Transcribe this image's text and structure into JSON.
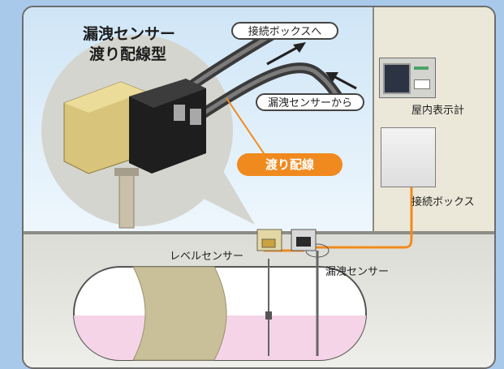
{
  "title": {
    "line1": "漏洩センサー",
    "line2": "渡り配線型"
  },
  "labels": {
    "to_junction_box": "接続ボックスへ",
    "from_leak_sensor": "漏洩センサーから",
    "crossover_wiring": "渡り配線",
    "indoor_display": "屋内表示計",
    "junction_box": "接続ボックス",
    "level_sensor": "レベルセンサー",
    "leak_sensor": "漏洩センサー"
  },
  "colors": {
    "page_background": "#a9c9ea",
    "sky_panel": "#dff0fb",
    "indoor_panel": "#ebe8d9",
    "ground": "#e7e6e1",
    "wire": "#f08a1e",
    "tank_liquid": "#f4d4e6"
  }
}
